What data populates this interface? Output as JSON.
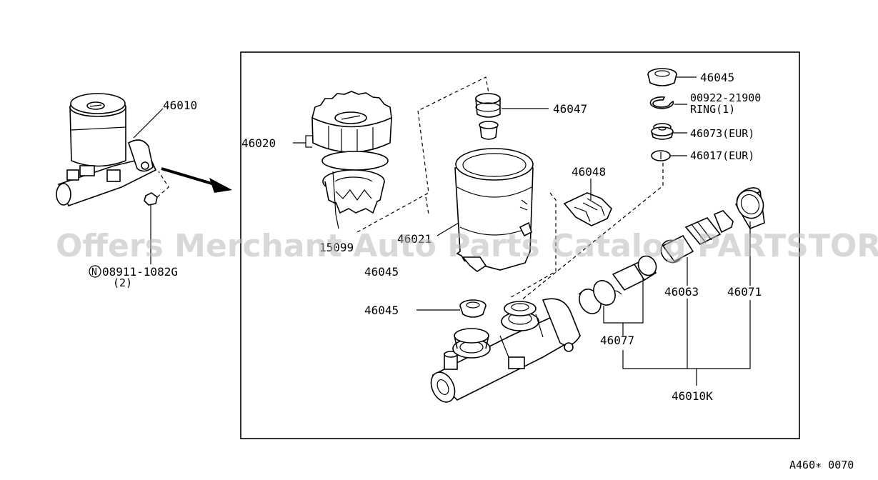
{
  "watermark": "Offers Merchant Auto Parts Catalog PARTSTORE.SA",
  "figure_code": "A460∗ 0070",
  "labels": {
    "p46010": "46010",
    "p46020": "46020",
    "p46047": "46047",
    "p46045_top": "46045",
    "p00922_line1": "00922-21900",
    "p00922_line2": "RING(1)",
    "p46073": "46073(EUR)",
    "p46017": "46017(EUR)",
    "p46048": "46048",
    "p15099": "15099",
    "p46021": "46021",
    "p46045_mid": "46045",
    "p46045_low": "46045",
    "p46063": "46063",
    "p46071": "46071",
    "p46077": "46077",
    "p46010k": "46010K",
    "p08911_line1": "08911-1082G",
    "p08911_line2": "(2)",
    "p08911_prefix": "N"
  },
  "icons": {
    "n_prefix": "circled-n-icon",
    "direction_arrow": "arrow-right-icon"
  }
}
